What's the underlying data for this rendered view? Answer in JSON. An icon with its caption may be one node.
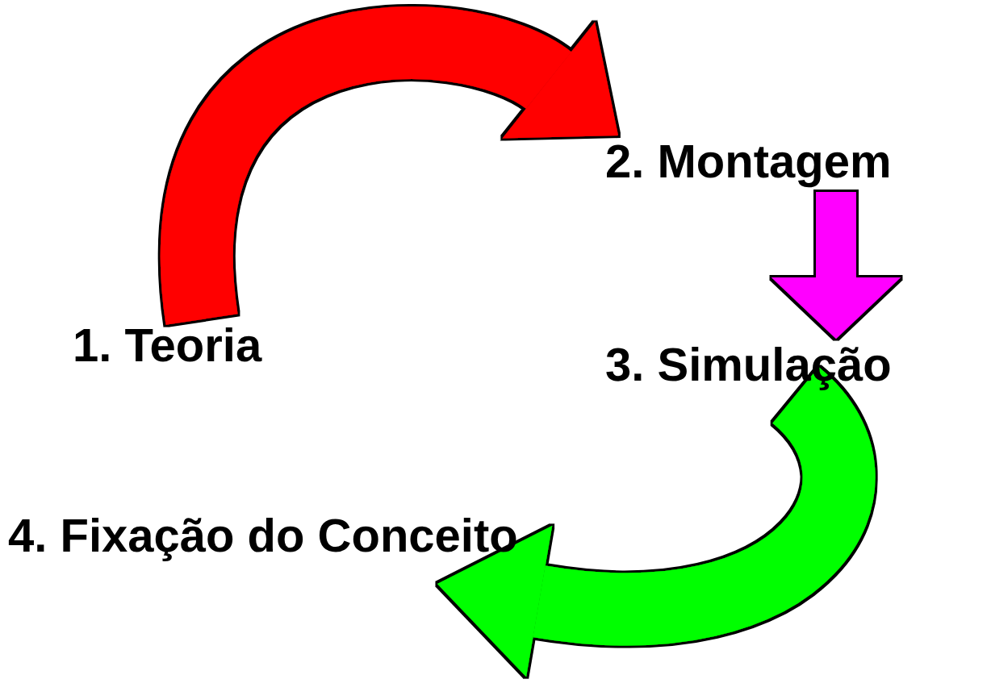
{
  "diagram": {
    "nodes": [
      {
        "text": [
          "1. Teoria"
        ]
      },
      {
        "text": [
          "2. Montagem"
        ]
      },
      {
        "text": [
          "3. Simulação"
        ]
      },
      {
        "text": [
          "4. Fixação do Conceito"
        ]
      }
    ],
    "edges": [
      {
        "from": 0,
        "to": 1,
        "arrow": "to",
        "color": "#ff0000"
      },
      {
        "from": 1,
        "to": 2,
        "arrow": "to",
        "color": "#ff00ff"
      },
      {
        "from": 2,
        "to": 3,
        "arrow": "to",
        "color": "#00ff00"
      }
    ]
  }
}
